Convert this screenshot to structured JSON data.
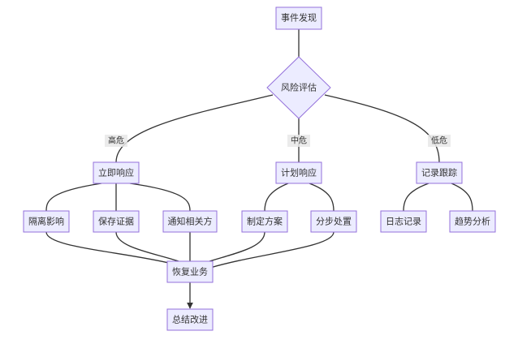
{
  "nodes": {
    "discover": "事件发现",
    "assess": "风险评估",
    "immediate": "立即响应",
    "planned": "计划响应",
    "record": "记录跟踪",
    "isolate": "隔离影响",
    "preserve": "保存证据",
    "notify": "通知相关方",
    "make_plan": "制定方案",
    "step_handle": "分步处置",
    "log_record": "日志记录",
    "trend": "趋势分析",
    "recover": "恢复业务",
    "summary": "总结改进"
  },
  "edge_labels": {
    "high": "高危",
    "medium": "中危",
    "low": "低危"
  },
  "colors": {
    "node_fill": "#ececff",
    "node_stroke": "#9370db",
    "edge": "#333333",
    "label_bg": "#e8e8e8"
  }
}
